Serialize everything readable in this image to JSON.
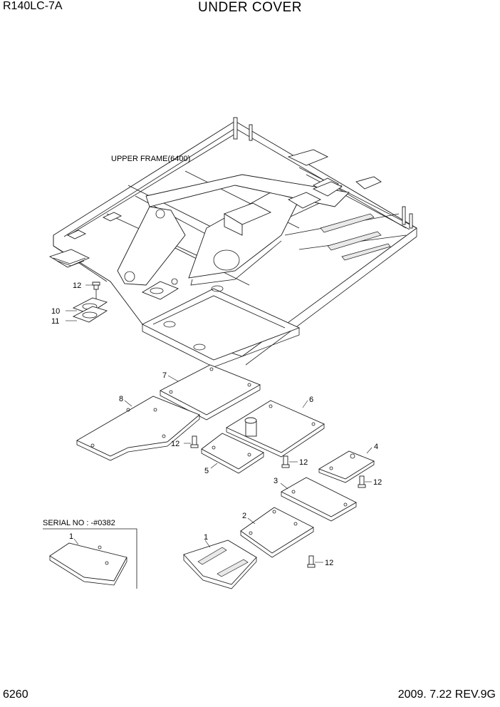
{
  "header": {
    "model": "R140LC-7A",
    "title": "UNDER COVER"
  },
  "footer": {
    "page": "6260",
    "revision": "2009. 7.22  REV.9G"
  },
  "frame_label": "UPPER FRAME(6400)",
  "serial_note": "SERIAL NO : -#0382",
  "callouts": {
    "c1": "1",
    "c1b": "1",
    "c2": "2",
    "c3": "3",
    "c4": "4",
    "c5": "5",
    "c6": "6",
    "c7": "7",
    "c8": "8",
    "c10": "10",
    "c11": "11",
    "c12a": "12",
    "c12b": "12",
    "c12c": "12",
    "c12d": "12",
    "c12e": "12"
  }
}
